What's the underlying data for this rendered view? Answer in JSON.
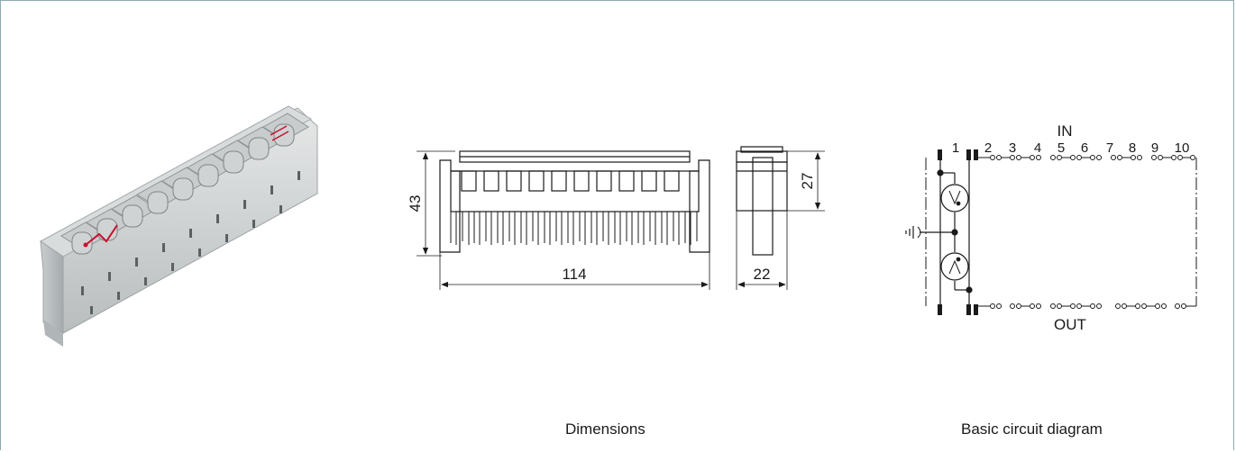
{
  "product_photo": {
    "icon": "surge-protection-magazine-photo"
  },
  "dimensions": {
    "caption": "Dimensions",
    "width": "114",
    "height": "43",
    "depth": "22",
    "side_height": "27"
  },
  "circuit": {
    "caption": "Basic circuit diagram",
    "in_label": "IN",
    "out_label": "OUT",
    "pins": [
      "1",
      "2",
      "3",
      "4",
      "5",
      "6",
      "7",
      "8",
      "9",
      "10"
    ],
    "ground_icon": "ground-symbol-icon"
  }
}
